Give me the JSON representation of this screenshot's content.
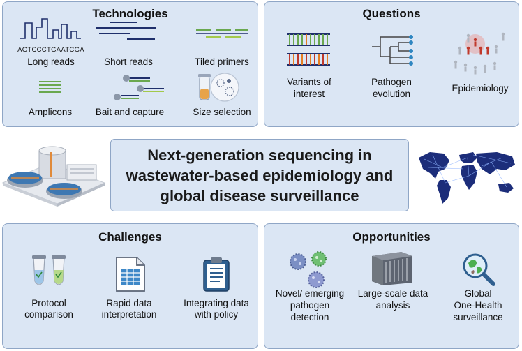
{
  "title_lines": [
    "Next-generation sequencing in",
    "wastewater-based epidemiology and",
    "global disease surveillance"
  ],
  "technologies": {
    "title": "Technologies",
    "sequence_text": "AGTCCCTGAATCGA",
    "items": [
      {
        "label": "Long reads",
        "icon": "long-reads-icon"
      },
      {
        "label": "Short reads",
        "icon": "short-reads-icon"
      },
      {
        "label": "Tiled primers",
        "icon": "tiled-primers-icon"
      },
      {
        "label": "Amplicons",
        "icon": "amplicons-icon"
      },
      {
        "label": "Bait and capture",
        "icon": "bait-capture-icon"
      },
      {
        "label": "Size selection",
        "icon": "size-selection-icon"
      }
    ]
  },
  "questions": {
    "title": "Questions",
    "items": [
      {
        "label_lines": [
          "Variants of",
          "interest"
        ],
        "icon": "dna-variants-icon"
      },
      {
        "label_lines": [
          "Pathogen",
          "evolution"
        ],
        "icon": "phylogenetic-tree-icon"
      },
      {
        "label_lines": [
          "Epidemiology"
        ],
        "icon": "population-spread-icon"
      }
    ]
  },
  "challenges": {
    "title": "Challenges",
    "items": [
      {
        "label_lines": [
          "Protocol",
          "comparison"
        ],
        "icon": "test-tubes-icon"
      },
      {
        "label_lines": [
          "Rapid data",
          "interpretation"
        ],
        "icon": "spreadsheet-icon"
      },
      {
        "label_lines": [
          "Integrating data",
          "with policy"
        ],
        "icon": "clipboard-icon"
      }
    ]
  },
  "opportunities": {
    "title": "Opportunities",
    "items": [
      {
        "label_lines": [
          "Novel/ emerging",
          "pathogen",
          "detection"
        ],
        "icon": "virus-particles-icon"
      },
      {
        "label_lines": [
          "Large-scale data",
          "analysis"
        ],
        "icon": "server-rack-icon"
      },
      {
        "label_lines": [
          "Global",
          "One-Health",
          "surveillance"
        ],
        "icon": "globe-magnifier-icon"
      }
    ]
  },
  "colors": {
    "panel_fill": "#dbe6f4",
    "panel_border": "#8fa6c6",
    "dna_navy": "#1f2f6b",
    "primer_green": "#6aa84f",
    "epi_red": "#c0392b"
  }
}
